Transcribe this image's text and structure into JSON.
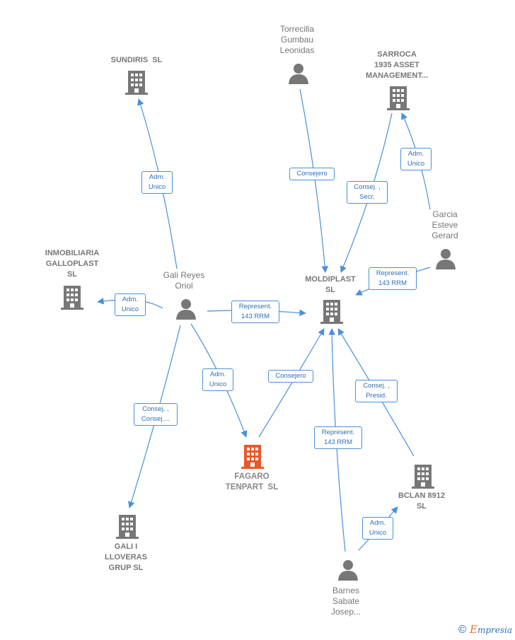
{
  "nodes": {
    "sundiris": {
      "label": "SUNDIRIS  SL",
      "kind": "company"
    },
    "torrecilla": {
      "label": "Torrecilla\nGumbau\nLeonidas",
      "kind": "person"
    },
    "sarroca": {
      "label": "SARROCA\n1935 ASSET\nMANAGEMENT...",
      "kind": "company"
    },
    "garcia": {
      "label": "Garcia\nEsteve\nGerard",
      "kind": "person"
    },
    "inmobiliaria": {
      "label": "INMOBILIARIA\nGALLOPLAST\nSL",
      "kind": "company"
    },
    "gali_reyes": {
      "label": "Gali Reyes\nOriol",
      "kind": "person"
    },
    "moldiplast": {
      "label": "MOLDIPLAST\nSL",
      "kind": "company"
    },
    "fagaro": {
      "label": "FAGARO\nTENPART  SL",
      "kind": "focus"
    },
    "bclan": {
      "label": "BCLAN 8912\nSL",
      "kind": "company"
    },
    "gali_lloveras": {
      "label": "GALI I\nLLOVERAS\nGRUP SL",
      "kind": "company"
    },
    "barnes": {
      "label": "Barnes\nSabate\nJosep...",
      "kind": "person"
    }
  },
  "edges": {
    "e1": "Adm.\nUnico",
    "e2": "Consejero",
    "e3": "Consej. ,\nSecr.",
    "e4": "Adm.\nUnico",
    "e5": "Represent.\n143 RRM",
    "e6": "Adm.\nUnico",
    "e7": "Represent.\n143 RRM",
    "e8": "Adm.\nUnico",
    "e9": "Consejero",
    "e10": "Consej. ,\nPresid.",
    "e11": "Consej. ,\nConsej....",
    "e12": "Represent.\n143 RRM",
    "e13": "Adm.\nUnico"
  },
  "colors": {
    "company": "#777777",
    "focus": "#e8582a",
    "edge": "#4a90d9"
  },
  "brand": {
    "symbol": "©",
    "initial": "E",
    "rest": "mpresia"
  }
}
